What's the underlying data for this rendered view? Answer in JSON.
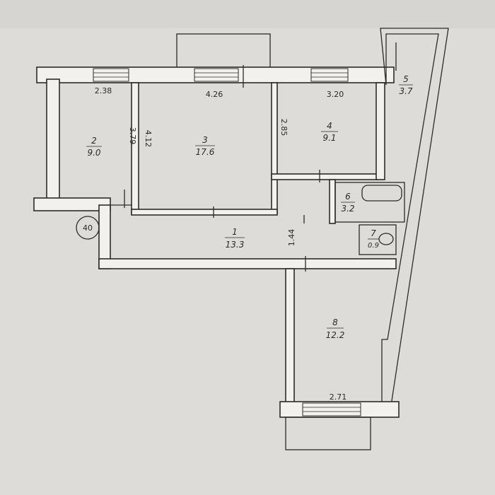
{
  "plan": {
    "marker": "40",
    "rooms": [
      {
        "id": "1",
        "number": "1",
        "area": "13.3"
      },
      {
        "id": "2",
        "number": "2",
        "area": "9.0"
      },
      {
        "id": "3",
        "number": "3",
        "area": "17.6"
      },
      {
        "id": "4",
        "number": "4",
        "area": "9.1"
      },
      {
        "id": "5",
        "number": "5",
        "area": "3.7"
      },
      {
        "id": "6",
        "number": "6",
        "area": "3.2"
      },
      {
        "id": "7",
        "number": "7",
        "area": "0.9"
      },
      {
        "id": "8",
        "number": "8",
        "area": "12.2"
      }
    ],
    "dimensions": {
      "room2_width": "2.38",
      "room2_depth": "3.79",
      "room3_width": "4.26",
      "room3_depth": "4.12",
      "room4_width": "3.20",
      "room4_depth": "2.85",
      "hall_depth": "1.44",
      "room8_width": "2.71"
    }
  }
}
